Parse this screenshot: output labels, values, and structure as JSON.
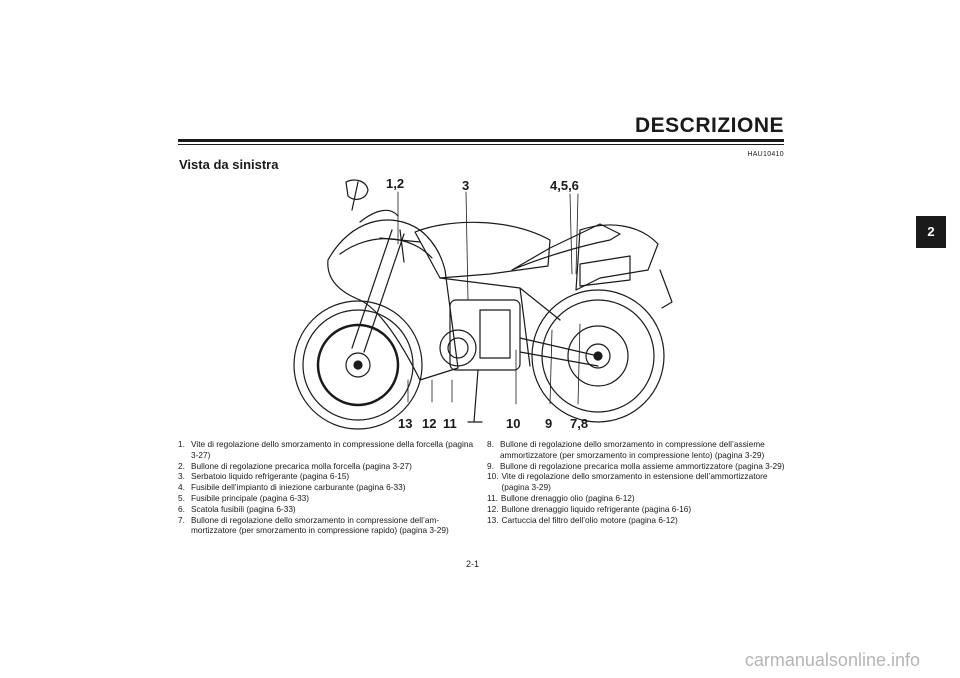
{
  "header": {
    "title": "DESCRIZIONE",
    "code": "HAU10410",
    "section_title": "Vista da sinistra",
    "chapter_tab": "2"
  },
  "figure": {
    "callouts": {
      "c12": "1,2",
      "c3": "3",
      "c456": "4,5,6",
      "c13": "13",
      "c12b": "12",
      "c11": "11",
      "c10": "10",
      "c9": "9",
      "c78": "7,8"
    }
  },
  "legend_left": [
    {
      "num": "1.",
      "text": "Vite di regolazione dello smorzamento in compressione della forcella (pagina 3-27)"
    },
    {
      "num": "2.",
      "text": "Bullone di regolazione precarica molla forcella (pagina 3-27)"
    },
    {
      "num": "3.",
      "text": "Serbatoio liquido refrigerante (pagina 6-15)"
    },
    {
      "num": "4.",
      "text": "Fusibile dell’impianto di iniezione carburante (pagina 6-33)"
    },
    {
      "num": "5.",
      "text": "Fusibile principale (pagina 6-33)"
    },
    {
      "num": "6.",
      "text": "Scatola fusibili (pagina 6-33)"
    },
    {
      "num": "7.",
      "text": "Bullone di regolazione dello smorzamento in compressione dell’am­mortizzatore (per smorzamento in compressione rapido) (pagina 3-29)"
    }
  ],
  "legend_right": [
    {
      "num": "8.",
      "text": "Bullone di regolazione dello smorzamento in compressione dell’assie­me ammortizzatore (per smorzamento in compressione lento) (pagina 3-29)"
    },
    {
      "num": "9.",
      "text": "Bullone di regolazione precarica molla assieme ammortizzatore (pagi­na 3-29)"
    },
    {
      "num": "10.",
      "text": "Vite di regolazione dello smorzamento in estensione dell’ammortizza­tore (pagina 3-29)"
    },
    {
      "num": "11.",
      "text": "Bullone drenaggio olio (pagina 6-12)"
    },
    {
      "num": "12.",
      "text": "Bullone drenaggio liquido refrigerante (pagina 6-16)"
    },
    {
      "num": "13.",
      "text": "Cartuccia del filtro dell’olio motore (pagina 6-12)"
    }
  ],
  "page_number": "2-1",
  "footer": "carmanualsonline.info"
}
